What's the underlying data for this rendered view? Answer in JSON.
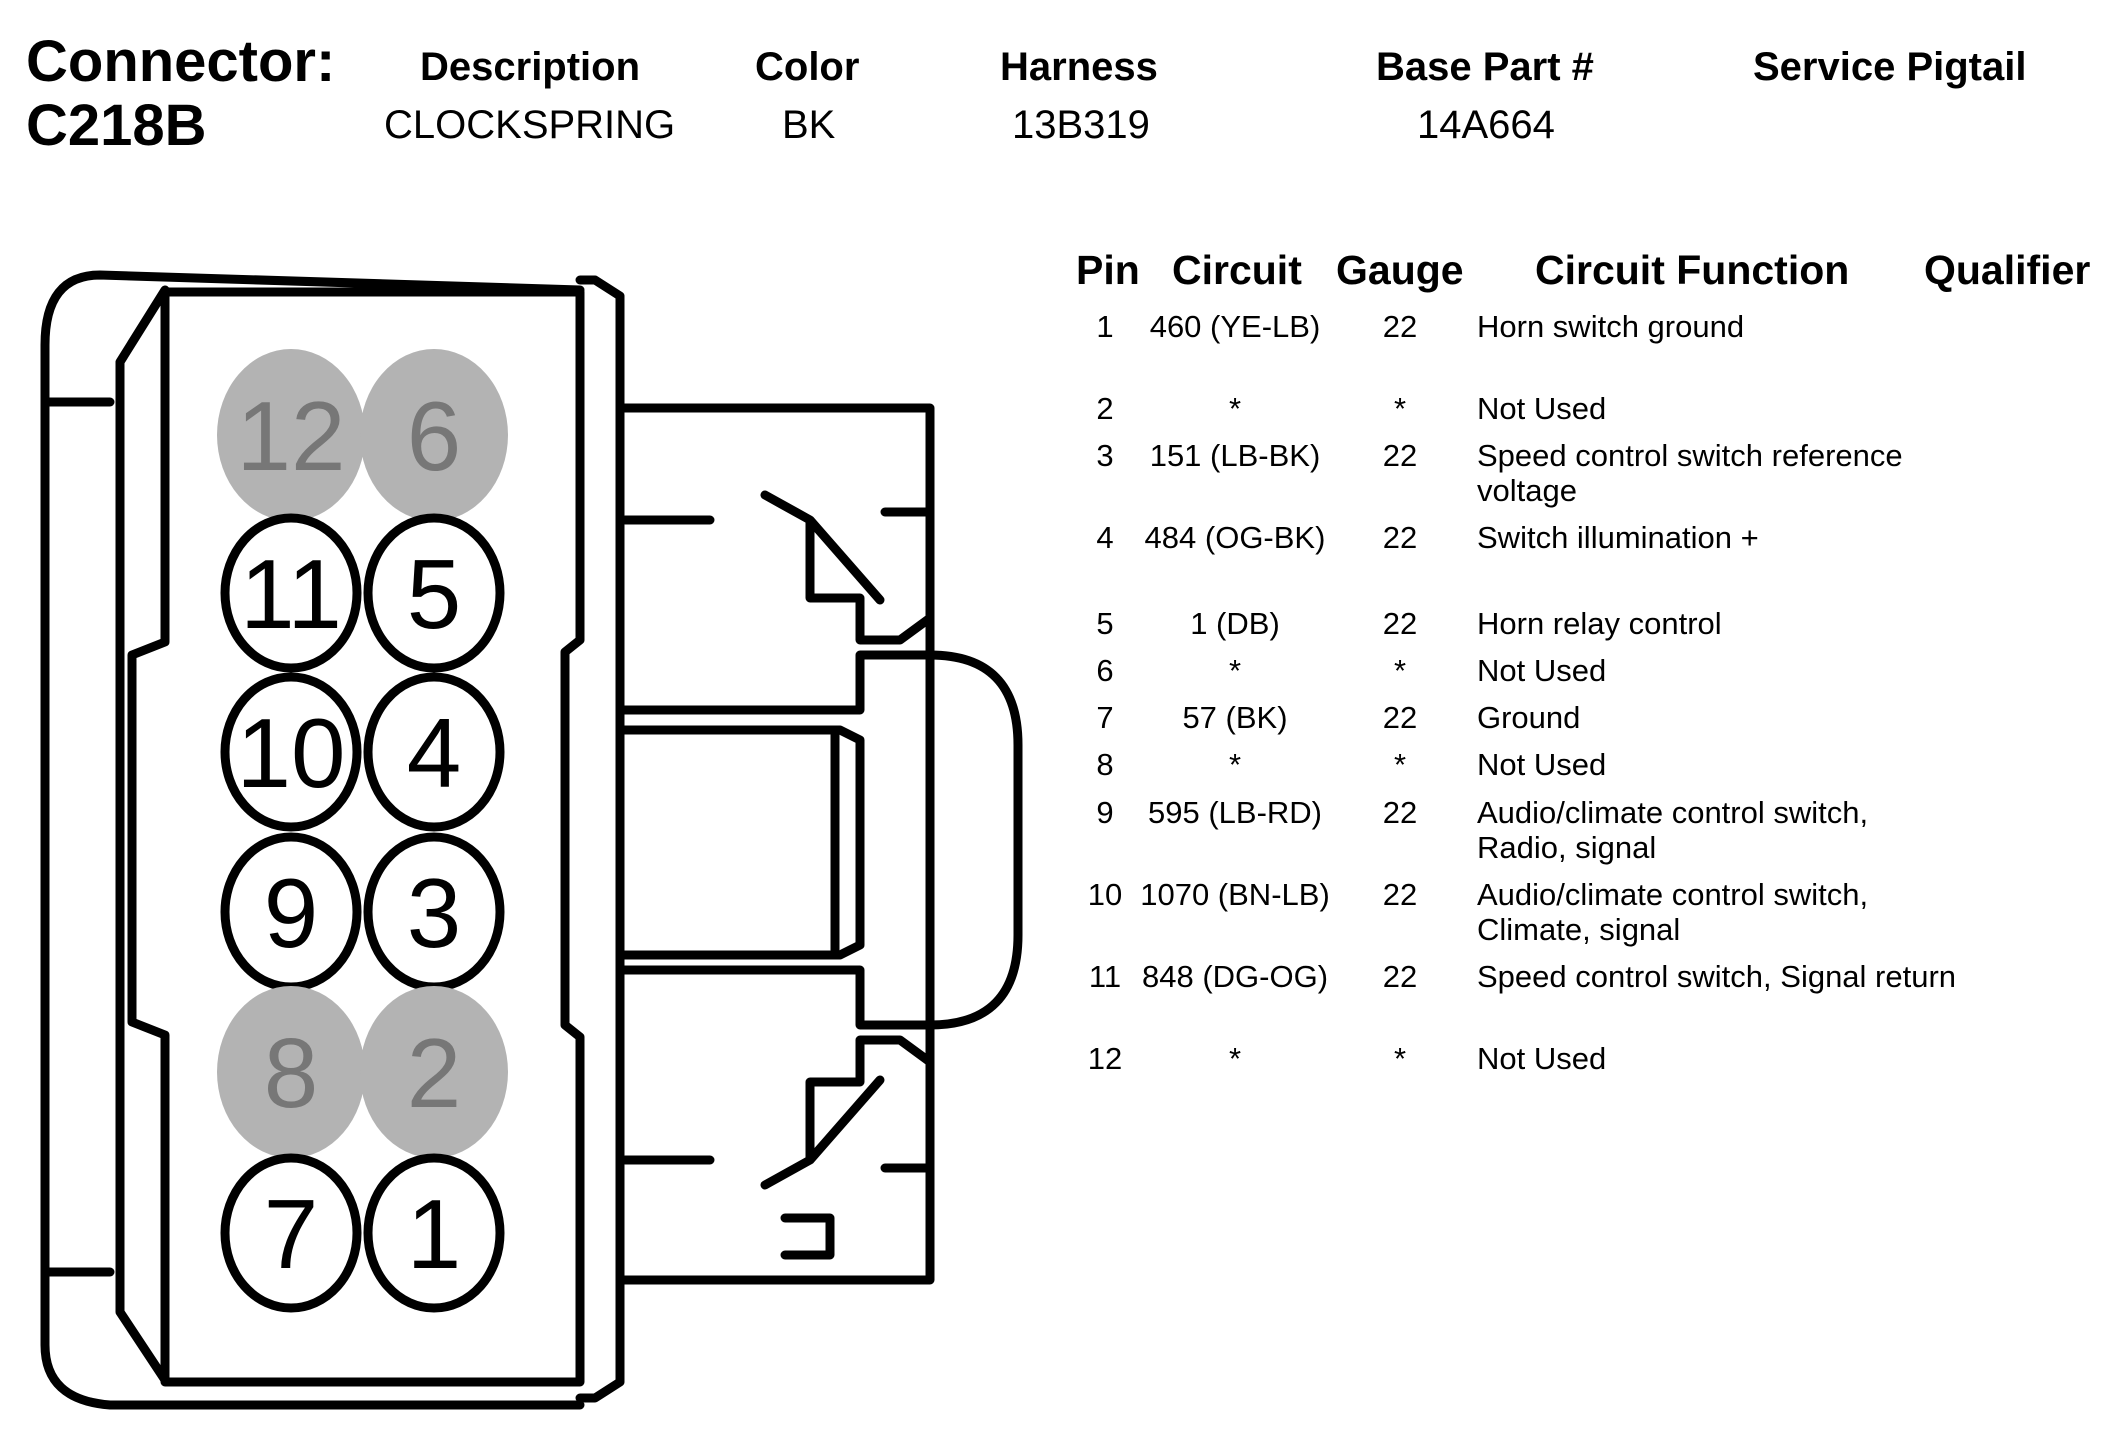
{
  "header": {
    "connector_label": "Connector:",
    "connector_id": "C218B",
    "columns": {
      "description": "Description",
      "color": "Color",
      "harness": "Harness",
      "base_part": "Base Part #",
      "service_pigtail": "Service Pigtail"
    },
    "values": {
      "description": "CLOCKSPRING",
      "color": "BK",
      "harness": "13B319",
      "base_part": "14A664",
      "service_pigtail": ""
    }
  },
  "table": {
    "headers": {
      "pin": "Pin",
      "circuit": "Circuit",
      "gauge": "Gauge",
      "function": "Circuit Function",
      "qualifier": "Qualifier"
    },
    "rows": [
      {
        "pin": "1",
        "circuit": "460 (YE-LB)",
        "gauge": "22",
        "function": "Horn switch ground",
        "qualifier": ""
      },
      {
        "pin": "2",
        "circuit": "*",
        "gauge": "*",
        "function": "Not Used",
        "qualifier": ""
      },
      {
        "pin": "3",
        "circuit": "151 (LB-BK)",
        "gauge": "22",
        "function": "Speed control switch reference voltage",
        "qualifier": ""
      },
      {
        "pin": "4",
        "circuit": "484 (OG-BK)",
        "gauge": "22",
        "function": "Switch illumination +",
        "qualifier": ""
      },
      {
        "pin": "5",
        "circuit": "1 (DB)",
        "gauge": "22",
        "function": "Horn relay control",
        "qualifier": ""
      },
      {
        "pin": "6",
        "circuit": "*",
        "gauge": "*",
        "function": "Not Used",
        "qualifier": ""
      },
      {
        "pin": "7",
        "circuit": "57 (BK)",
        "gauge": "22",
        "function": "Ground",
        "qualifier": ""
      },
      {
        "pin": "8",
        "circuit": "*",
        "gauge": "*",
        "function": "Not Used",
        "qualifier": ""
      },
      {
        "pin": "9",
        "circuit": "595 (LB-RD)",
        "gauge": "22",
        "function": "Audio/climate control switch, Radio, signal",
        "qualifier": ""
      },
      {
        "pin": "10",
        "circuit": "1070 (BN-LB)",
        "gauge": "22",
        "function": "Audio/climate control switch, Climate, signal",
        "qualifier": ""
      },
      {
        "pin": "11",
        "circuit": "848 (DG-OG)",
        "gauge": "22",
        "function": "Speed control switch, Signal return",
        "qualifier": ""
      },
      {
        "pin": "12",
        "circuit": "*",
        "gauge": "*",
        "function": "Not Used",
        "qualifier": ""
      }
    ]
  },
  "diagram": {
    "pins": [
      {
        "label": "12",
        "used": false
      },
      {
        "label": "6",
        "used": false
      },
      {
        "label": "11",
        "used": true
      },
      {
        "label": "5",
        "used": true
      },
      {
        "label": "10",
        "used": true
      },
      {
        "label": "4",
        "used": true
      },
      {
        "label": "9",
        "used": true
      },
      {
        "label": "3",
        "used": true
      },
      {
        "label": "8",
        "used": false
      },
      {
        "label": "2",
        "used": false
      },
      {
        "label": "7",
        "used": true
      },
      {
        "label": "1",
        "used": true
      }
    ],
    "colors": {
      "used_fill": "#ffffff",
      "unused_fill": "#b3b3b3",
      "used_text": "#000000",
      "unused_text": "#777777",
      "stroke": "#000000"
    }
  }
}
